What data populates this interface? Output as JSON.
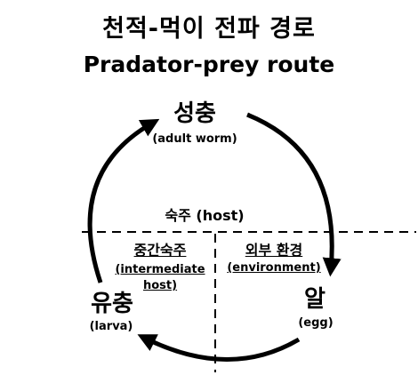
{
  "title_ko": "천적-먹이 전파 경로",
  "title_en": "Pradator-prey route",
  "stages": {
    "adult": {
      "name": "성충",
      "sub": "(adult worm)"
    },
    "egg": {
      "name": "알",
      "sub": "(egg)"
    },
    "larva": {
      "name": "유충",
      "sub": "(larva)"
    }
  },
  "host": "숙주 (host)",
  "intermediate": {
    "name": "중간숙주",
    "sub1": "(intermediate",
    "sub2": "host)"
  },
  "environment": {
    "name": "외부 환경",
    "sub": "(environment)"
  },
  "colors": {
    "ink": "#000000",
    "background": "#ffffff"
  }
}
